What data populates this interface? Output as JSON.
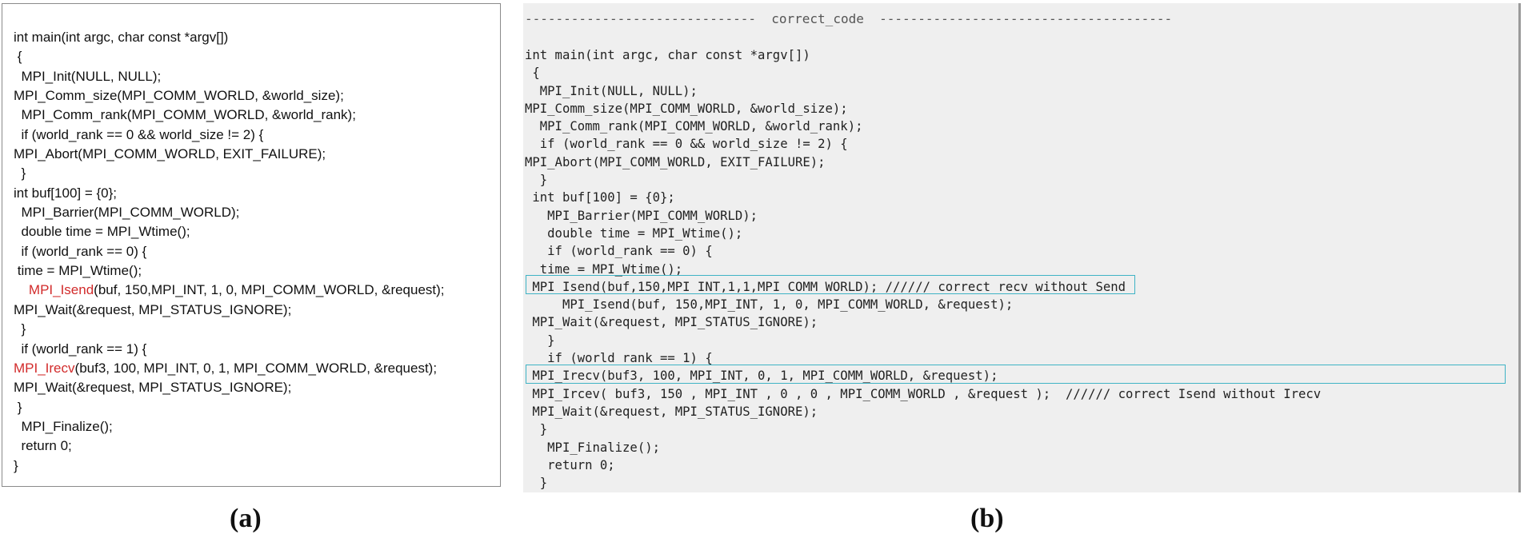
{
  "panel_a": {
    "lines": [
      {
        "pre": "",
        "hl": "",
        "post": "int main(int argc, char const *argv[])"
      },
      {
        "pre": " {",
        "hl": "",
        "post": ""
      },
      {
        "pre": "  MPI_Init(NULL, NULL);",
        "hl": "",
        "post": ""
      },
      {
        "pre": "MPI_Comm_size(MPI_COMM_WORLD, &world_size);",
        "hl": "",
        "post": ""
      },
      {
        "pre": "  MPI_Comm_rank(MPI_COMM_WORLD, &world_rank);",
        "hl": "",
        "post": ""
      },
      {
        "pre": "  if (world_rank == 0 && world_size != 2) {",
        "hl": "",
        "post": ""
      },
      {
        "pre": "MPI_Abort(MPI_COMM_WORLD, EXIT_FAILURE);",
        "hl": "",
        "post": ""
      },
      {
        "pre": "  }",
        "hl": "",
        "post": ""
      },
      {
        "pre": "int buf[100] = {0};",
        "hl": "",
        "post": ""
      },
      {
        "pre": "  MPI_Barrier(MPI_COMM_WORLD);",
        "hl": "",
        "post": ""
      },
      {
        "pre": "  double time = MPI_Wtime();",
        "hl": "",
        "post": ""
      },
      {
        "pre": "  if (world_rank == 0) {",
        "hl": "",
        "post": ""
      },
      {
        "pre": " time = MPI_Wtime();",
        "hl": "",
        "post": ""
      },
      {
        "pre": "    ",
        "hl": "MPI_Isend",
        "post": "(buf, 150,MPI_INT, 1, 0, MPI_COMM_WORLD, &request);"
      },
      {
        "pre": "MPI_Wait(&request, MPI_STATUS_IGNORE);",
        "hl": "",
        "post": ""
      },
      {
        "pre": "  }",
        "hl": "",
        "post": ""
      },
      {
        "pre": "  if (world_rank == 1) {",
        "hl": "",
        "post": ""
      },
      {
        "pre": "",
        "hl": "MPI_Irecv",
        "post": "(buf3, 100, MPI_INT, 0, 1, MPI_COMM_WORLD, &request);"
      },
      {
        "pre": "MPI_Wait(&request, MPI_STATUS_IGNORE);",
        "hl": "",
        "post": ""
      },
      {
        "pre": " }",
        "hl": "",
        "post": ""
      },
      {
        "pre": "  MPI_Finalize();",
        "hl": "",
        "post": ""
      },
      {
        "pre": "  return 0;",
        "hl": "",
        "post": ""
      },
      {
        "pre": "}",
        "hl": "",
        "post": ""
      }
    ],
    "highlight_color": "#d22b2b"
  },
  "panel_b": {
    "header": "------------------------------  correct_code  --------------------------------------",
    "lines": [
      "int main(int argc, char const *argv[])",
      " {",
      "  MPI_Init(NULL, NULL);",
      "MPI_Comm_size(MPI_COMM_WORLD, &world_size);",
      "  MPI_Comm_rank(MPI_COMM_WORLD, &world_rank);",
      "  if (world_rank == 0 && world_size != 2) {",
      "MPI_Abort(MPI_COMM_WORLD, EXIT_FAILURE);",
      "  }",
      " int buf[100] = {0};",
      "   MPI_Barrier(MPI_COMM_WORLD);",
      "   double time = MPI_Wtime();",
      "   if (world_rank == 0) {",
      "  time = MPI_Wtime();",
      " MPI_Isend(buf,150,MPI_INT,1,1,MPI_COMM_WORLD); ////// correct recv without Send",
      "     MPI_Isend(buf, 150,MPI_INT, 1, 0, MPI_COMM_WORLD, &request);",
      " MPI_Wait(&request, MPI_STATUS_IGNORE);",
      "   }",
      "   if (world_rank == 1) {",
      " MPI_Irecv(buf3, 100, MPI_INT, 0, 1, MPI_COMM_WORLD, &request);",
      " MPI_Ircev( buf3, 150 , MPI_INT , 0 , 0 , MPI_COMM_WORLD , &request );  ////// correct Isend without Irecv",
      " MPI_Wait(&request, MPI_STATUS_IGNORE);",
      "  }",
      "   MPI_Finalize();",
      "   return 0;",
      "  }"
    ],
    "box_color": "#3fb3c5",
    "background": "#efefef"
  },
  "captions": {
    "a": "(a)",
    "b": "(b)"
  }
}
